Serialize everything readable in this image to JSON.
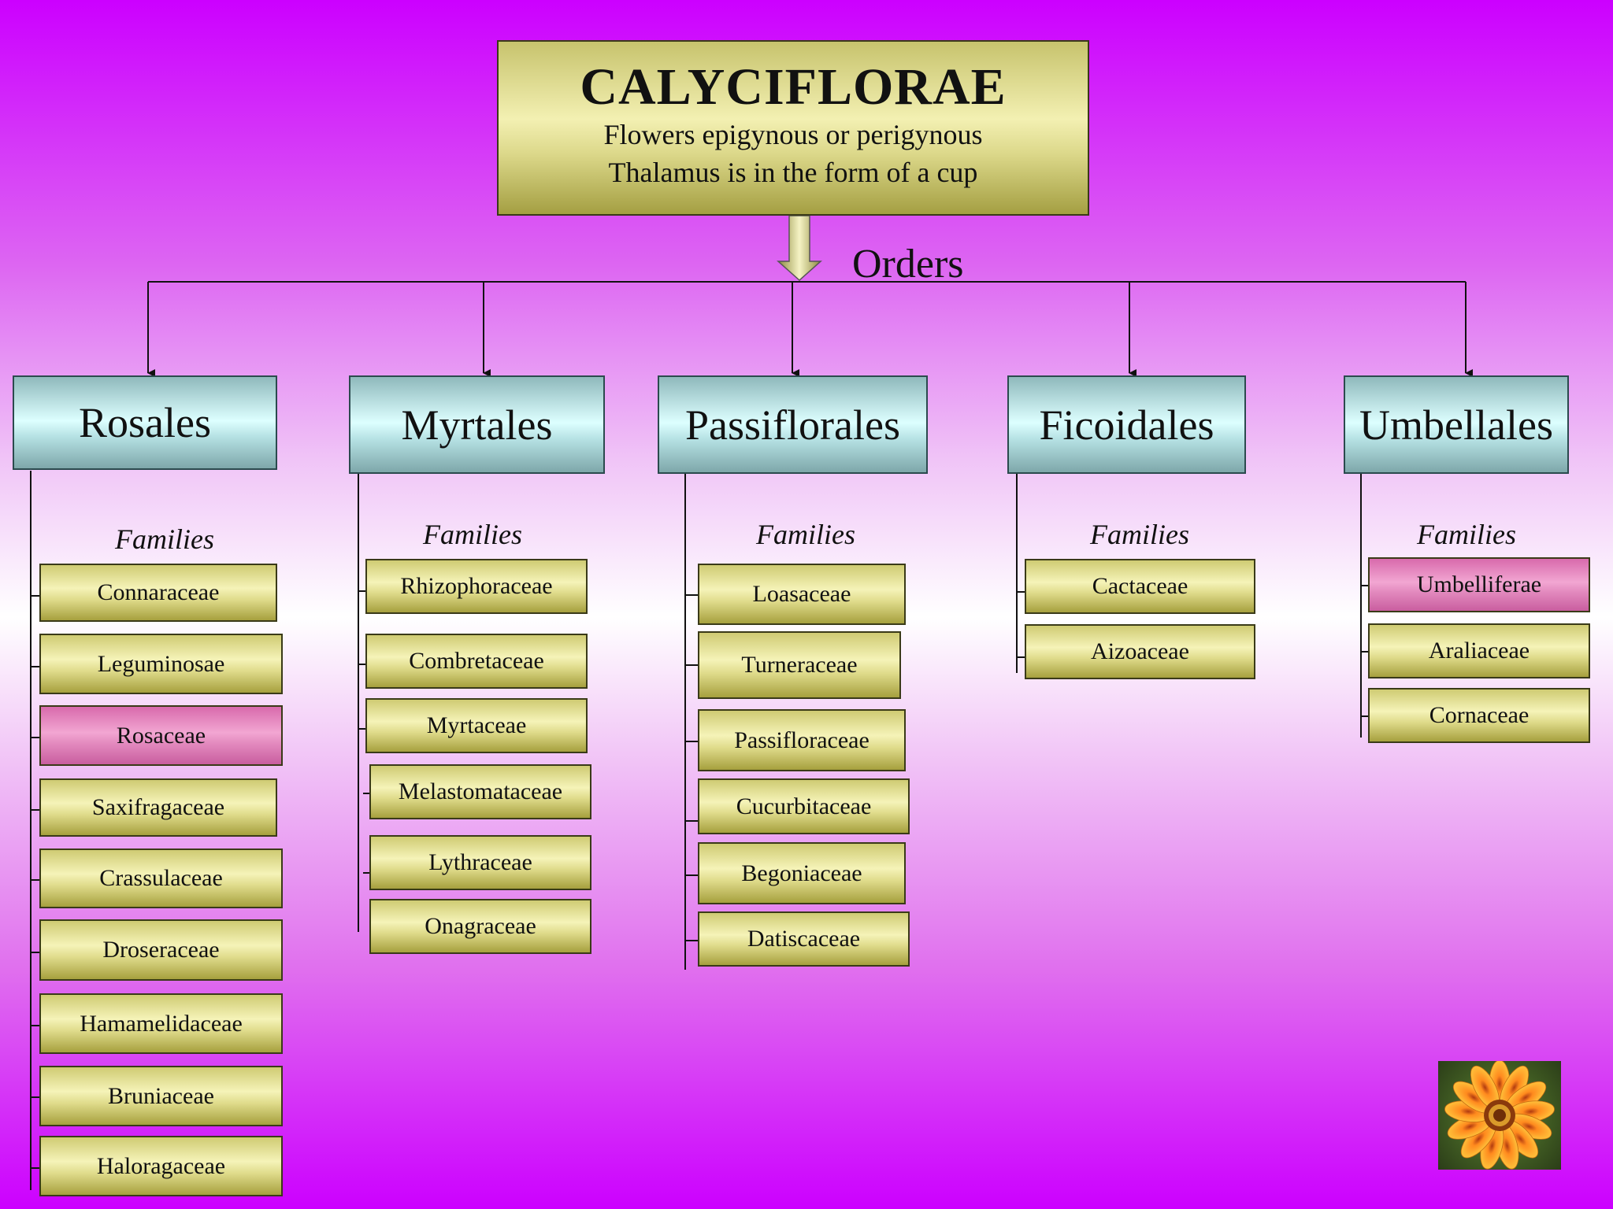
{
  "title": {
    "heading": "CALYCIFLORAE",
    "line1": "Flowers epigynous or perigynous",
    "line2": "Thalamus is in the form of a cup"
  },
  "orders_label": "Orders",
  "families_label": "Families",
  "orders": [
    {
      "name": "Rosales",
      "families": [
        "Connaraceae",
        "Leguminosae",
        "Rosaceae",
        "Saxifragaceae",
        "Crassulaceae",
        "Droseraceae",
        "Hamamelidaceae",
        "Bruniaceae",
        "Haloragaceae"
      ]
    },
    {
      "name": "Myrtales",
      "families": [
        "Rhizophoraceae",
        "Combretaceae",
        "Myrtaceae",
        "Melastomataceae",
        "Lythraceae",
        "Onagraceae"
      ]
    },
    {
      "name": "Passiflorales",
      "families": [
        "Loasaceae",
        "Turneraceae",
        "Passifloraceae",
        "Cucurbitaceae",
        "Begoniaceae",
        "Datiscaceae"
      ]
    },
    {
      "name": "Ficoidales",
      "families": [
        "Cactaceae",
        "Aizoaceae"
      ]
    },
    {
      "name": "Umbellales",
      "families": [
        "Umbelliferae",
        "Araliaceae",
        "Cornaceae"
      ]
    }
  ],
  "highlighted_families": [
    "Rosaceae",
    "Umbelliferae"
  ],
  "colors": {
    "background_top": "#cc00ff",
    "background_mid": "#ffffff",
    "family_box": "#e8e49a",
    "highlight_box": "#ee9acb",
    "order_box": "#c6f3f4"
  },
  "image": "gazania-flower-photo"
}
